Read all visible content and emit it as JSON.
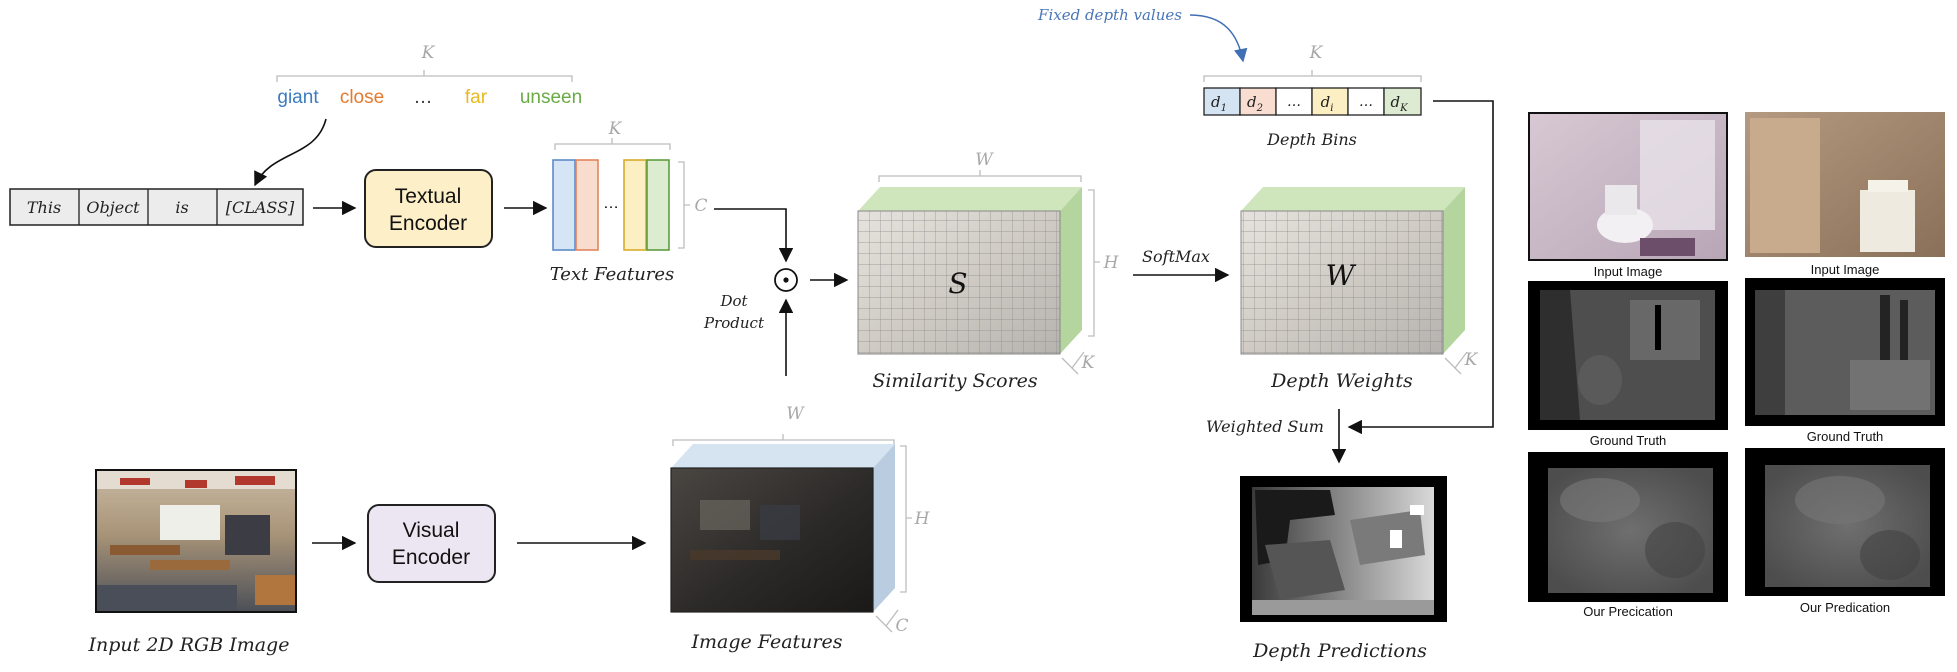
{
  "classes": [
    {
      "label": "giant",
      "color": "#3b7bc2"
    },
    {
      "label": "close",
      "color": "#e57a2e"
    },
    {
      "label": "…",
      "color": "#333333"
    },
    {
      "label": "far",
      "color": "#e8b923"
    },
    {
      "label": "unseen",
      "color": "#6aab45"
    }
  ],
  "prompt_tokens": [
    "This",
    "Object",
    "is",
    "[CLASS]"
  ],
  "encoders": {
    "textual_line1": "Textual",
    "textual_line2": "Encoder",
    "visual_line1": "Visual",
    "visual_line2": "Encoder"
  },
  "labels": {
    "text_features": "Text Features",
    "dot_product_line1": "Dot",
    "dot_product_line2": "Product",
    "dot_symbol": "⊙",
    "similarity_scores": "Similarity Scores",
    "softmax": "SoftMax",
    "depth_weights": "Depth Weights",
    "weighted_sum": "Weighted Sum",
    "depth_predictions": "Depth Predictions",
    "image_features": "Image Features",
    "input_image": "Input 2D RGB Image",
    "fixed_depth_values": "Fixed depth values",
    "depth_bins": "Depth Bins",
    "s_symbol": "S",
    "w_symbol": "W"
  },
  "dims": {
    "K": "K",
    "C": "C",
    "W": "W",
    "H": "H"
  },
  "text_features_ellipsis": "…",
  "depth_bins": [
    {
      "base": "d",
      "sub": "1",
      "color": "#d5e4f3"
    },
    {
      "base": "d",
      "sub": "2",
      "color": "#f8ddd0"
    },
    {
      "base": "…",
      "sub": "",
      "color": "#ffffff"
    },
    {
      "base": "d",
      "sub": "i",
      "color": "#fcefc4"
    },
    {
      "base": "…",
      "sub": "",
      "color": "#ffffff"
    },
    {
      "base": "d",
      "sub": "K",
      "color": "#dcebd1"
    }
  ],
  "captions": {
    "input_image_1": "Input Image",
    "input_image_2": "Input Image",
    "ground_truth_1": "Ground Truth",
    "ground_truth_2": "Ground Truth",
    "prediction_1": "Our Precication",
    "prediction_2": "Our Predication"
  },
  "colors": {
    "textual_encoder_fill": "#fdf0c8",
    "visual_encoder_fill": "#ece6f3",
    "fixed_depth_label": "#4a76b8",
    "feature_blue": "#d6e5f5",
    "feature_orange": "#f8dcce",
    "feature_yellow": "#fcefc3",
    "feature_green": "#dbecd0"
  }
}
